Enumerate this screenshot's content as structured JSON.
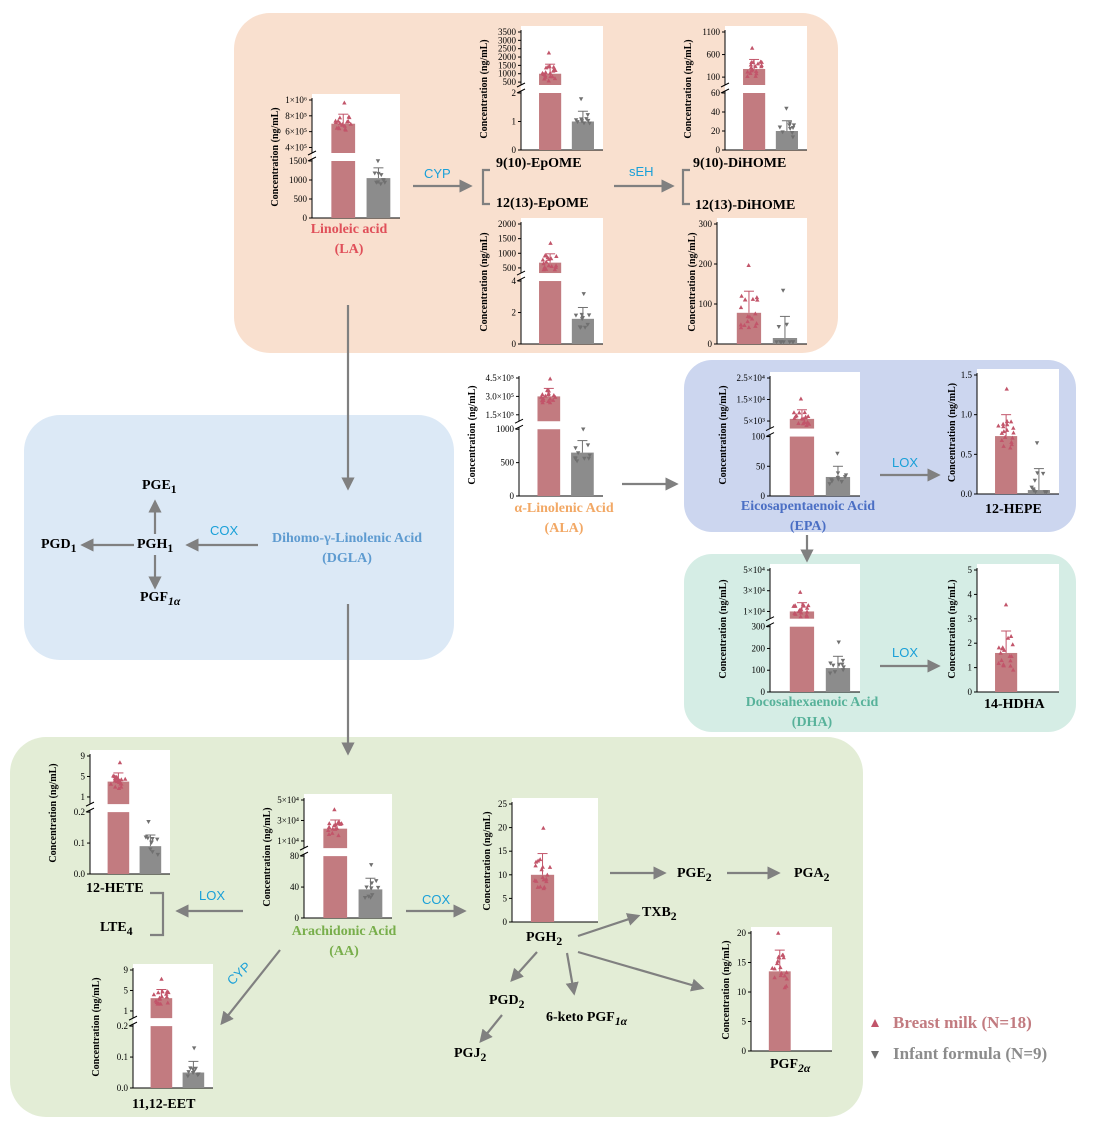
{
  "colors": {
    "breast": "#c27b80",
    "formula": "#8c8c8c",
    "marker_breast": "#c2556a",
    "marker_formula": "#707070",
    "la_region": "#f9e0cf",
    "dgla_region": "#dce9f6",
    "epa_region": "#ccd6ef",
    "dha_region": "#d5ede5",
    "aa_region": "#e3edd6",
    "la_text": "#e0505a",
    "ala_text": "#f2a865",
    "dgla_text": "#5e9bd0",
    "epa_text": "#4b6fc4",
    "dha_text": "#58b29a",
    "aa_text": "#78ae4b",
    "enzyme_text": "#1aa0d8",
    "arrow": "#808080"
  },
  "y_axis_title": "Concentration (ng/mL)",
  "sources": {
    "la": {
      "line1": "Linoleic  acid",
      "line2": "(LA)"
    },
    "ala": {
      "line1": "α-Linolenic  Acid",
      "line2": "(ALA)"
    },
    "dgla": {
      "line1": "Dihomo-γ-Linolenic  Acid",
      "line2": "(DGLA)"
    },
    "epa": {
      "line1": "Eicosapentaenoic  Acid",
      "line2": "(EPA)"
    },
    "dha": {
      "line1": "Docosahexaenoic Acid",
      "line2": "(DHA)"
    },
    "aa": {
      "line1": "Arachidonic  Acid",
      "line2": "(AA)"
    }
  },
  "metabolites": {
    "epome910": "9(10)-EpOME",
    "epome1213": "12(13)-EpOME",
    "dihome910": "9(10)-DiHOME",
    "dihome1213": "12(13)-DiHOME",
    "hepe12": "12-HEPE",
    "hdha14": "14-HDHA",
    "hete12": "12-HETE",
    "lte4": "LTE",
    "lte4_sub": "4",
    "eet1112": "11,12-EET",
    "pge1": "PGE",
    "pge1_sub": "1",
    "pgd1": "PGD",
    "pgd1_sub": "1",
    "pgh1": "PGH",
    "pgh1_sub": "1",
    "pgf1a": "PGF",
    "pgf1a_sub": "1α",
    "pgh2": "PGH",
    "pgh2_sub": "2",
    "pge2": "PGE",
    "pge2_sub": "2",
    "pga2": "PGA",
    "pga2_sub": "2",
    "txb2": "TXB",
    "txb2_sub": "2",
    "pgd2": "PGD",
    "pgd2_sub": "2",
    "pgj2": "PGJ",
    "pgj2_sub": "2",
    "keto": "6-keto PGF",
    "keto_sub": "1α",
    "pgf2a": "PGF",
    "pgf2a_sub": "2α"
  },
  "enzymes": {
    "cyp1": "CYP",
    "seh": "sEH",
    "cox1": "COX",
    "lox_epa": "LOX",
    "lox_dha": "LOX",
    "lox_aa": "LOX",
    "cox2": "COX",
    "cyp2": "CYP"
  },
  "legend": {
    "breast": "Breast milk (N=18)",
    "formula": "Infant formula (N=9)"
  },
  "chart_data": [
    {
      "id": "la",
      "type": "bar",
      "categories": [
        "Breast milk",
        "Infant formula"
      ],
      "values": [
        700000,
        1050
      ],
      "broken": true,
      "upper_ticks": [
        "4×10⁵",
        "6×10⁵",
        "8×10⁵",
        "1×10⁶"
      ],
      "lower_ticks": [
        "0",
        "500",
        "1000",
        "1500"
      ]
    },
    {
      "id": "epome910",
      "type": "bar",
      "categories": [
        "Breast milk",
        "Infant formula"
      ],
      "values": [
        1000,
        1.0
      ],
      "broken": true,
      "upper_ticks": [
        "500",
        "1000",
        "1500",
        "2000",
        "2500",
        "3000",
        "3500"
      ],
      "lower_ticks": [
        "0",
        "1",
        "2"
      ]
    },
    {
      "id": "epome1213",
      "type": "bar",
      "categories": [
        "Breast milk",
        "Infant formula"
      ],
      "values": [
        680,
        1.6
      ],
      "broken": true,
      "upper_ticks": [
        "500",
        "1000",
        "1500",
        "2000"
      ],
      "lower_ticks": [
        "0",
        "2",
        "4"
      ]
    },
    {
      "id": "dihome910",
      "type": "bar",
      "categories": [
        "Breast milk",
        "Infant formula"
      ],
      "values": [
        280,
        20
      ],
      "broken": true,
      "upper_ticks": [
        "100",
        "600",
        "1100"
      ],
      "lower_ticks": [
        "0",
        "20",
        "40",
        "60"
      ]
    },
    {
      "id": "dihome1213",
      "type": "bar",
      "categories": [
        "Breast milk",
        "Infant formula"
      ],
      "values": [
        78,
        15
      ],
      "broken": false,
      "ticks": [
        "0",
        "100",
        "200",
        "300"
      ],
      "ylim": [
        0,
        300
      ]
    },
    {
      "id": "ala",
      "type": "bar",
      "categories": [
        "Breast milk",
        "Infant formula"
      ],
      "values": [
        300000,
        650
      ],
      "broken": true,
      "upper_ticks": [
        "1.5×10⁵",
        "3.0×10⁵",
        "4.5×10⁵"
      ],
      "lower_ticks": [
        "0",
        "500",
        "1000"
      ]
    },
    {
      "id": "epa",
      "type": "bar",
      "categories": [
        "Breast milk",
        "Infant formula"
      ],
      "values": [
        6000,
        32
      ],
      "broken": true,
      "upper_ticks": [
        "5×10³",
        "1.5×10⁴",
        "2.5×10⁴"
      ],
      "lower_ticks": [
        "0",
        "50",
        "100"
      ]
    },
    {
      "id": "hepe12",
      "type": "bar",
      "categories": [
        "Breast milk",
        "Infant formula"
      ],
      "values": [
        0.73,
        0.05
      ],
      "broken": false,
      "ticks": [
        "0.0",
        "0.5",
        "1.0",
        "1.5"
      ],
      "ylim": [
        0,
        1.5
      ]
    },
    {
      "id": "dha",
      "type": "bar",
      "categories": [
        "Breast milk",
        "Infant formula"
      ],
      "values": [
        10000,
        110
      ],
      "broken": true,
      "upper_ticks": [
        "1×10⁴",
        "3×10⁴",
        "5×10⁴"
      ],
      "lower_ticks": [
        "0",
        "100",
        "200",
        "300"
      ]
    },
    {
      "id": "hdha14",
      "type": "bar",
      "categories": [
        "Breast milk",
        "Infant formula"
      ],
      "values": [
        1.6,
        null
      ],
      "broken": false,
      "ticks": [
        "0",
        "1",
        "2",
        "3",
        "4",
        "5"
      ],
      "ylim": [
        0,
        5
      ]
    },
    {
      "id": "hete12",
      "type": "bar",
      "categories": [
        "Breast milk",
        "Infant formula"
      ],
      "values": [
        4,
        0.09
      ],
      "broken": true,
      "upper_ticks": [
        "1",
        "5",
        "9"
      ],
      "lower_ticks": [
        "0.0",
        "0.1",
        "0.2"
      ]
    },
    {
      "id": "aa",
      "type": "bar",
      "categories": [
        "Breast milk",
        "Infant formula"
      ],
      "values": [
        22000,
        37
      ],
      "broken": true,
      "upper_ticks": [
        "1×10⁴",
        "3×10⁴",
        "5×10⁴"
      ],
      "lower_ticks": [
        "0",
        "40",
        "80"
      ]
    },
    {
      "id": "pgh2",
      "type": "bar",
      "categories": [
        "Breast milk",
        "Infant formula"
      ],
      "values": [
        10,
        null
      ],
      "broken": false,
      "ticks": [
        "0",
        "5",
        "10",
        "15",
        "20",
        "25"
      ],
      "ylim": [
        0,
        25
      ]
    },
    {
      "id": "pgf2a",
      "type": "bar",
      "categories": [
        "Breast milk",
        "Infant formula"
      ],
      "values": [
        13.5,
        null
      ],
      "broken": false,
      "ticks": [
        "0",
        "5",
        "10",
        "15",
        "20"
      ],
      "ylim": [
        0,
        20
      ]
    },
    {
      "id": "eet1112",
      "type": "bar",
      "categories": [
        "Breast milk",
        "Infant formula"
      ],
      "values": [
        3.5,
        0.05
      ],
      "broken": true,
      "upper_ticks": [
        "1",
        "5",
        "9"
      ],
      "lower_ticks": [
        "0.0",
        "0.1",
        "0.2"
      ]
    }
  ]
}
